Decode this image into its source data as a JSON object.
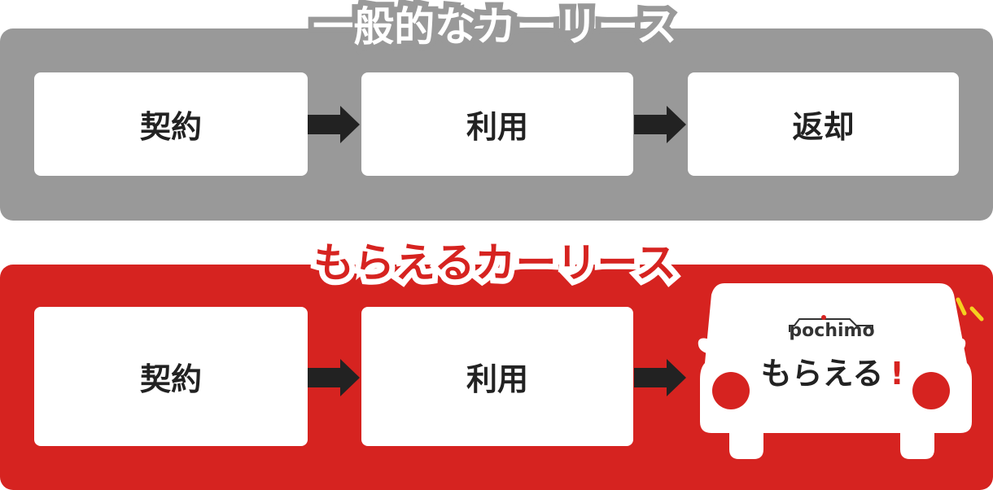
{
  "general": {
    "title": "一般的なカーリース",
    "steps": [
      "契約",
      "利用",
      "返却"
    ]
  },
  "moraeru": {
    "title": "もらえるカーリース",
    "steps": [
      "契約",
      "利用"
    ],
    "car": {
      "logo": "pochimo",
      "text": "もらえる",
      "exclaim": "!"
    }
  },
  "colors": {
    "gray_panel": "#999999",
    "red_panel": "#d62320",
    "arrow": "#222222",
    "burst": "#f5d020"
  }
}
